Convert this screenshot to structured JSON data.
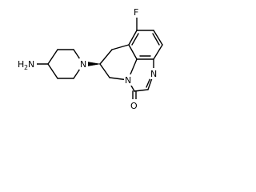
{
  "atoms": {
    "fluorine": "F",
    "amine": "H",
    "amine_subscript": "2",
    "amine_n": "N",
    "piperidine_n": "N",
    "quinoxaline_n": "N",
    "lactam_n": "N",
    "carbonyl_o": "O"
  }
}
